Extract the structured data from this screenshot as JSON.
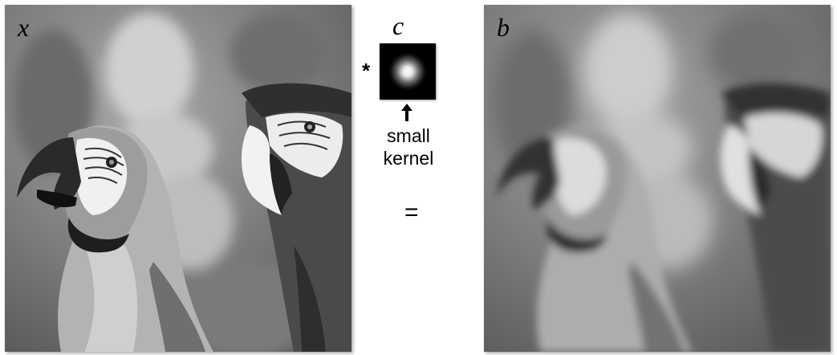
{
  "labels": {
    "input": "x",
    "kernel": "c",
    "output": "b"
  },
  "operators": {
    "convolve": "*",
    "equals": "="
  },
  "kernel_caption": {
    "line1": "small",
    "line2": "kernel"
  },
  "icons": {
    "arrow": "up-arrow-icon"
  }
}
